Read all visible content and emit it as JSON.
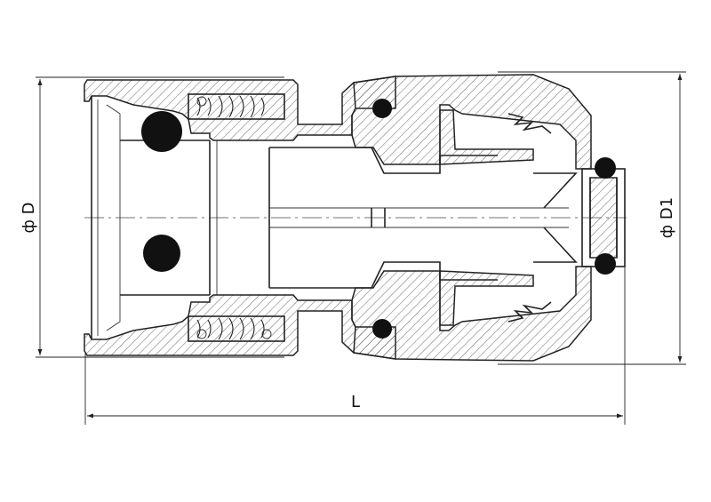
{
  "dimensions": {
    "diameter_d": "ф D",
    "diameter_d1": "ф D1",
    "length": "L"
  }
}
